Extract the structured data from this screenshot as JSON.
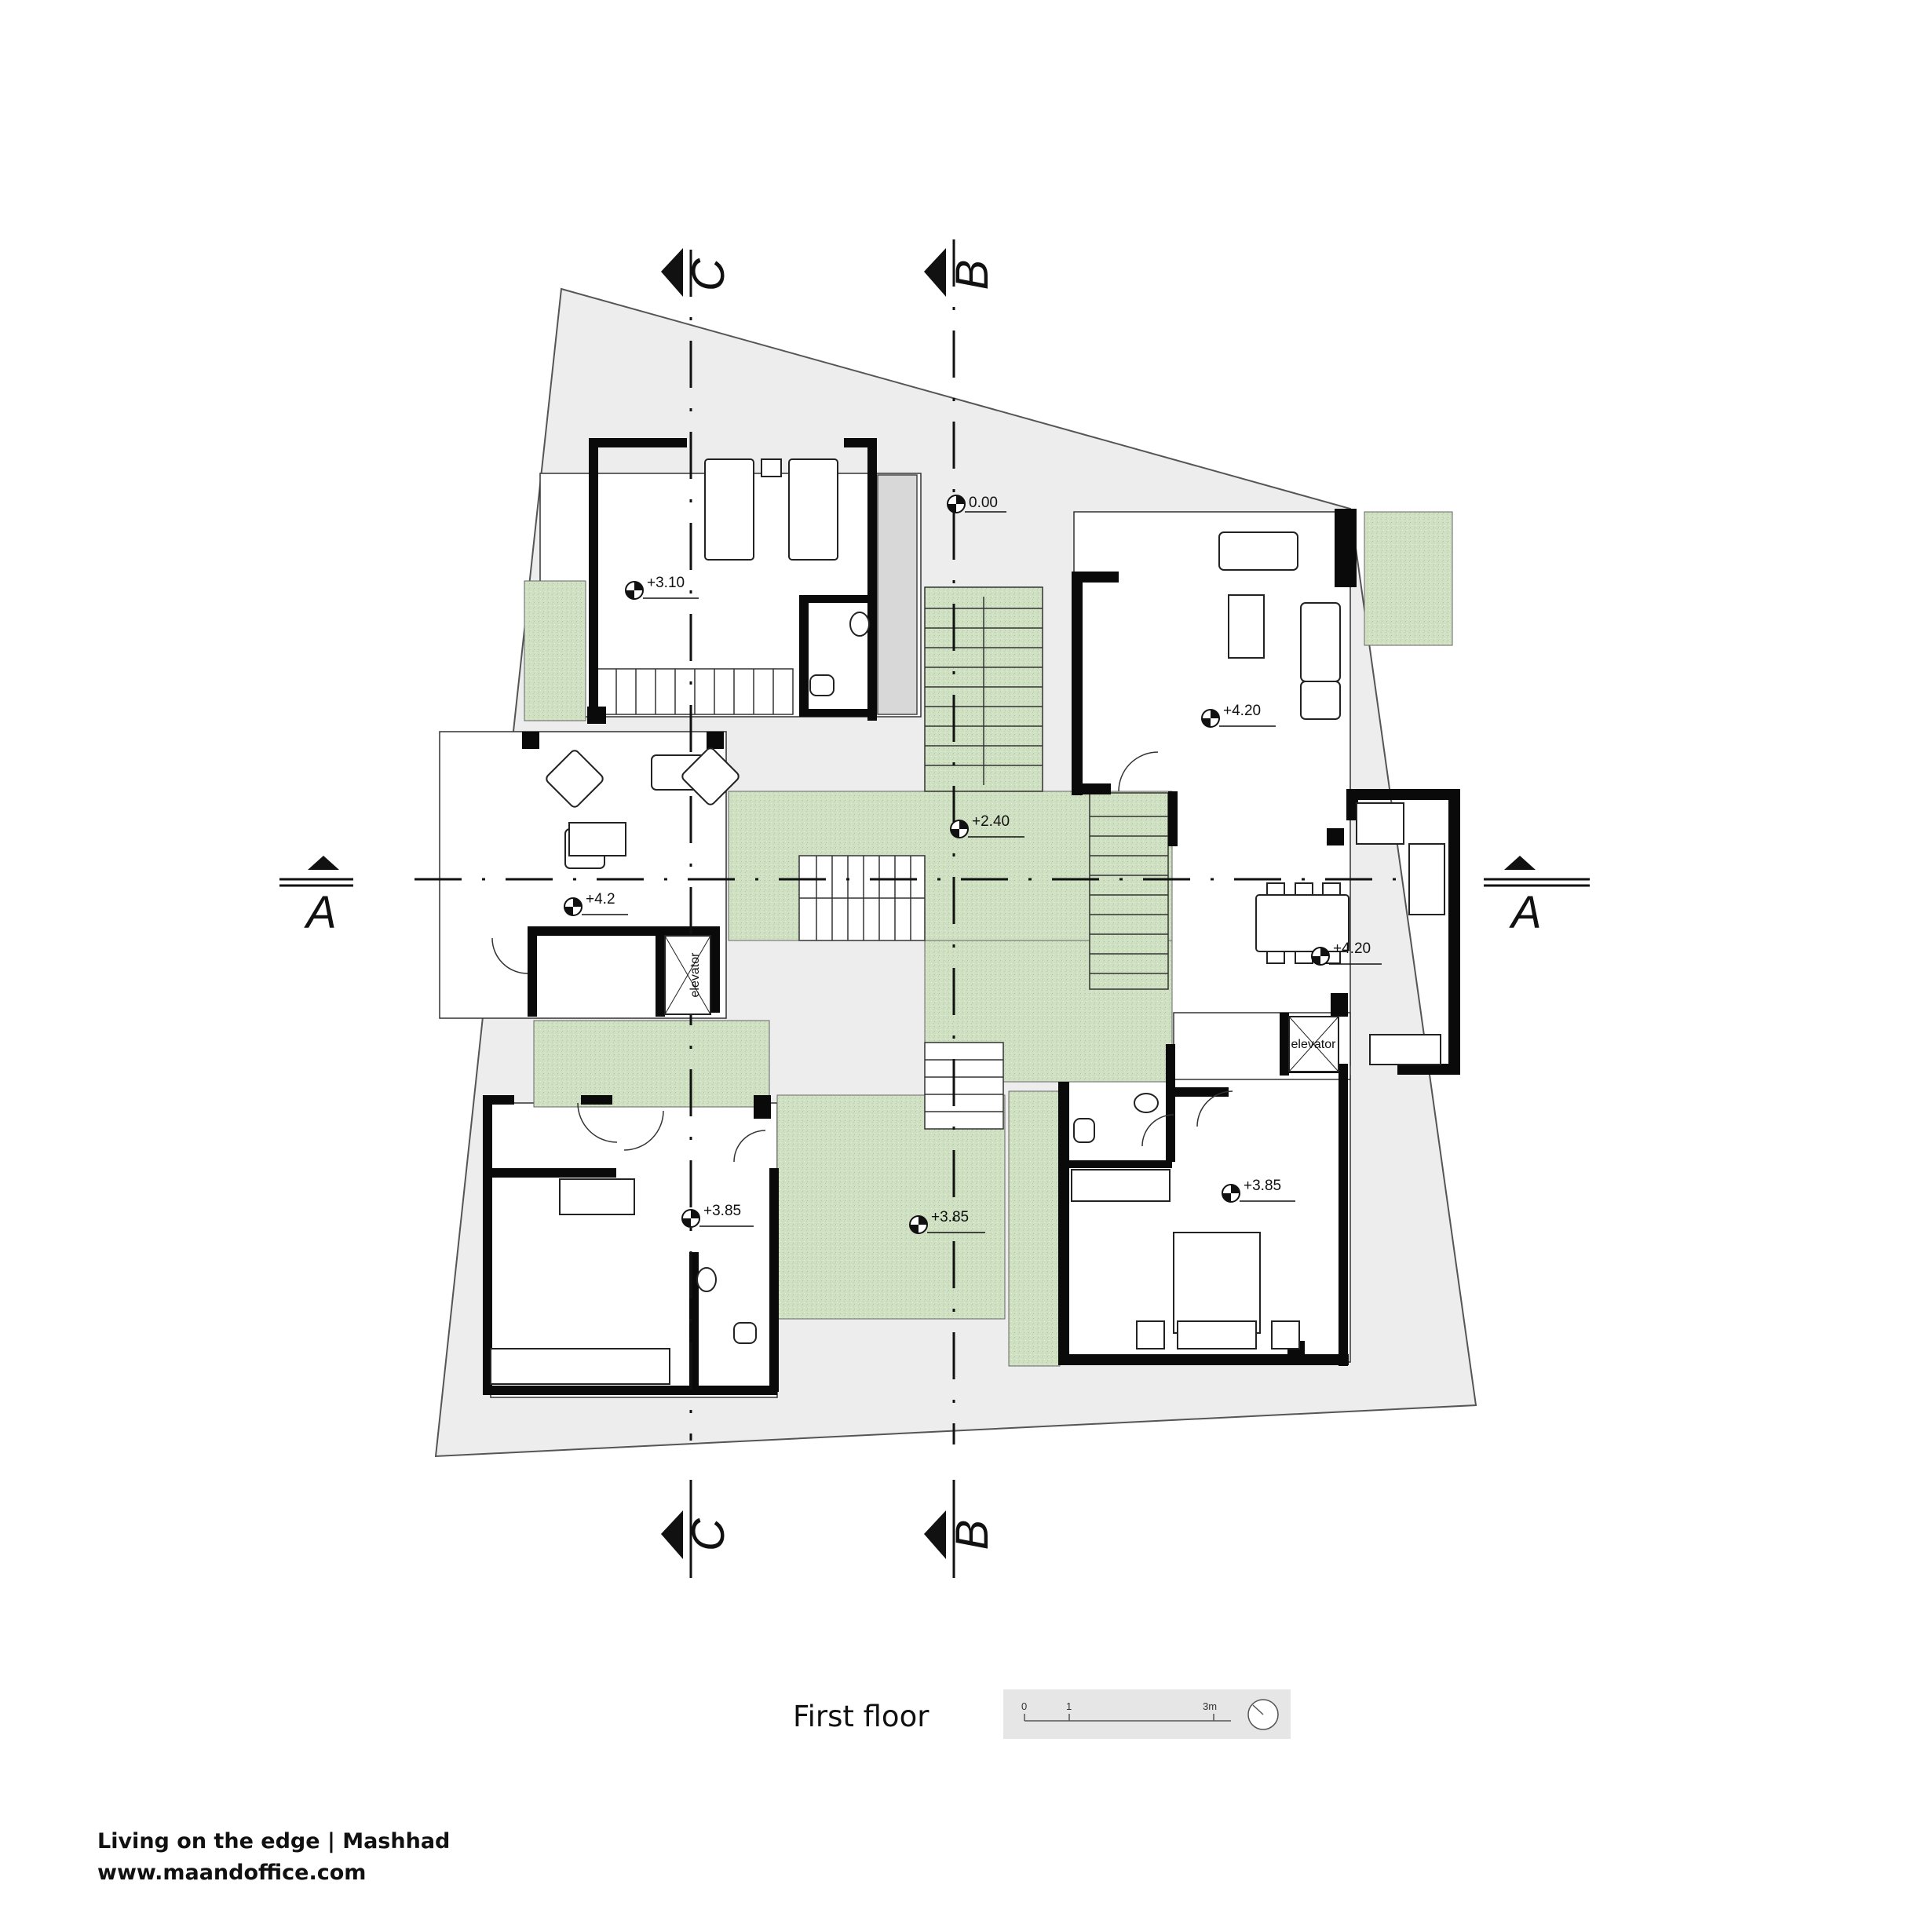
{
  "drawing": {
    "floor_title": "First floor",
    "project_line": "Living on the edge | Mashhad",
    "website": "www.maandoffice.com"
  },
  "sections": {
    "a": "A",
    "b": "B",
    "c": "C"
  },
  "levels": {
    "entry": "0.00",
    "bedroom_top": "+3.10",
    "living_right": "+4.20",
    "stair_hall": "+2.40",
    "terrace_left": "+4.2",
    "dining": "+4.20",
    "bedroom_right": "+3.85",
    "court": "+3.85",
    "kitchen_left": "+3.85"
  },
  "labels": {
    "elevator": "elevator"
  },
  "scale_bar": {
    "tick_0": "0",
    "tick_1": "1",
    "tick_3": "3m"
  },
  "colors": {
    "wall": "#0a0a0a",
    "site": "#ededed",
    "planting": "#cfe0c3",
    "line": "#222222"
  }
}
